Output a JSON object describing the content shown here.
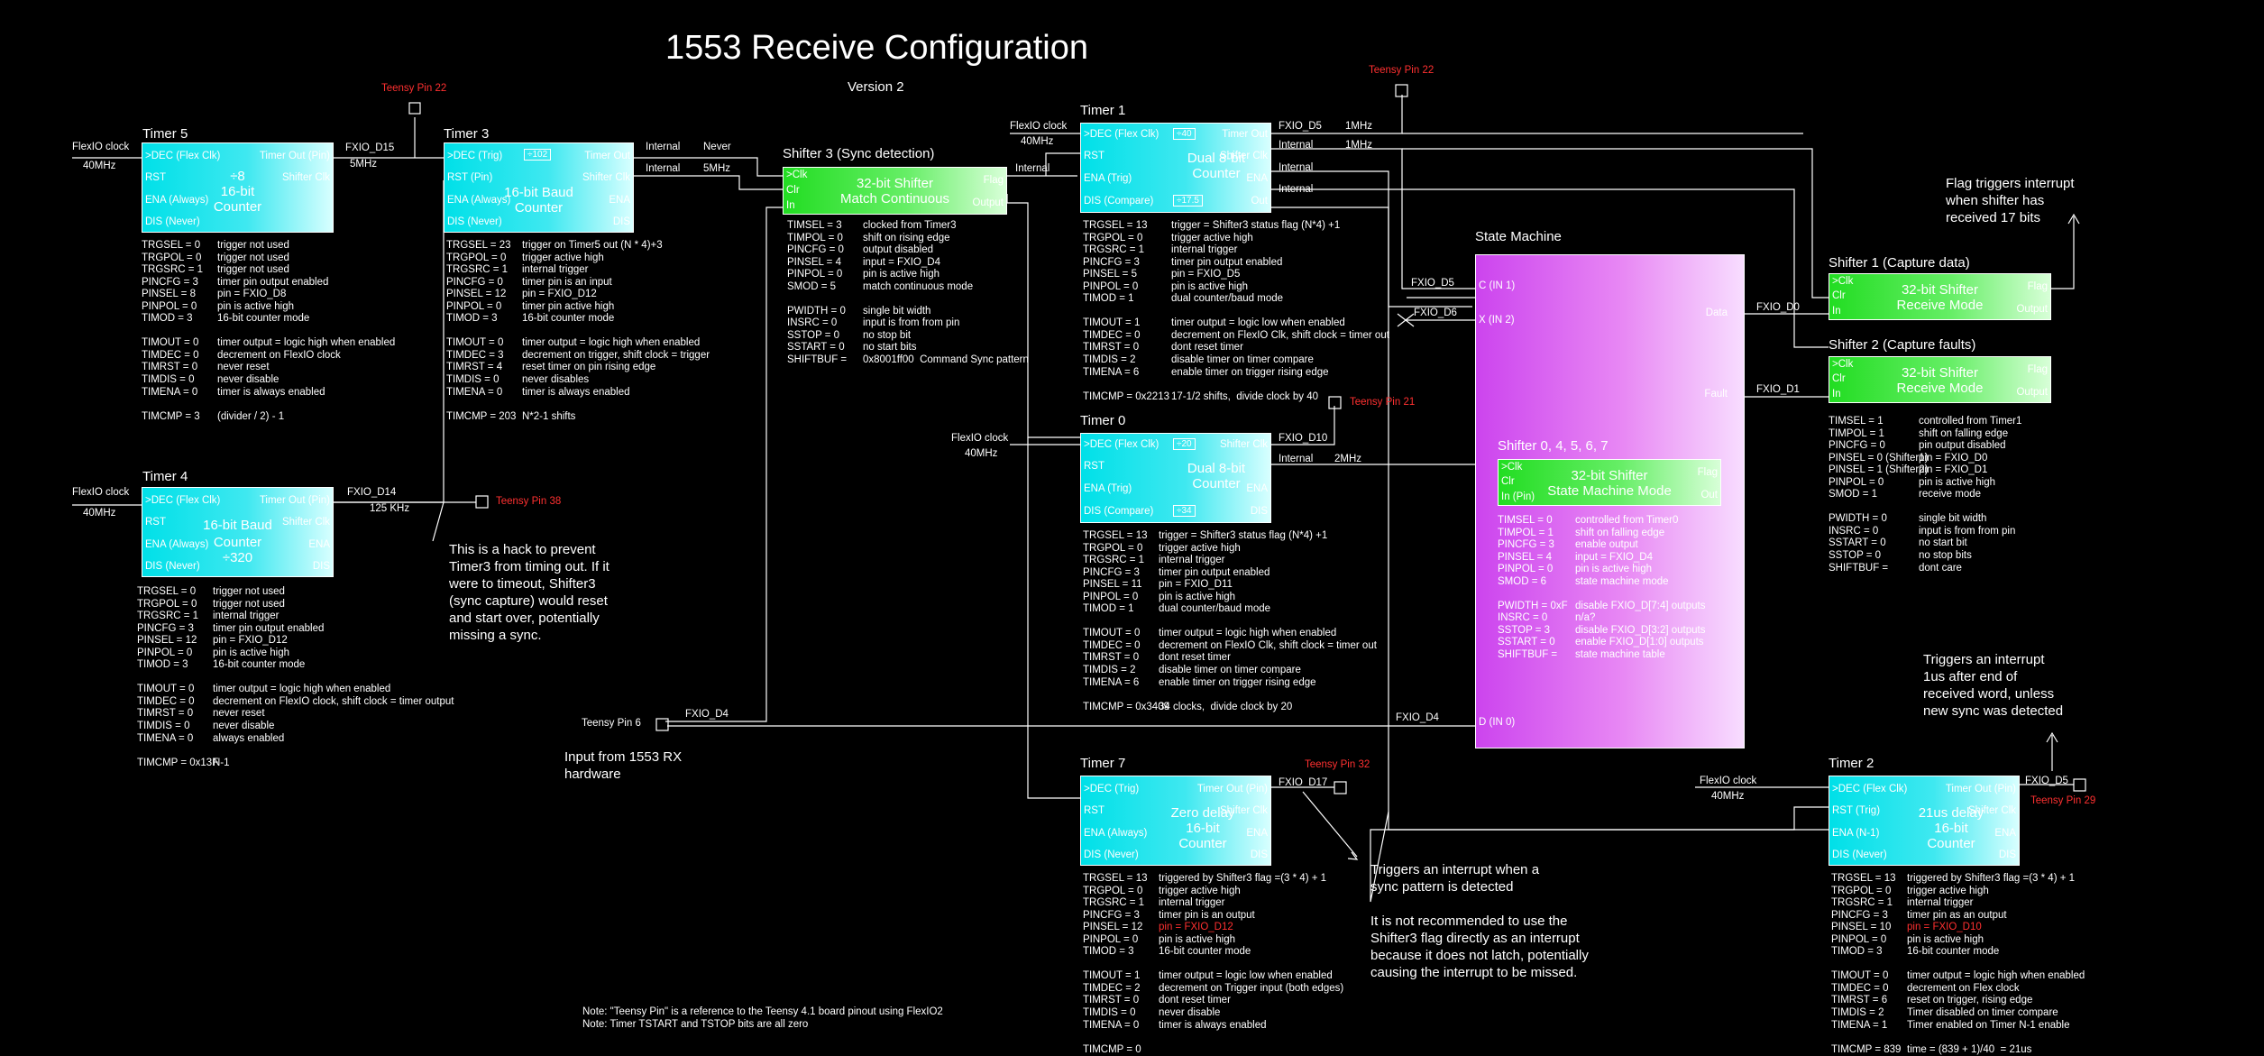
{
  "title": "1553 Receive Configuration",
  "version": "Version 2",
  "pins": {
    "p22a": "Teensy Pin 22",
    "p22b": "Teensy Pin 22",
    "p21": "Teensy Pin 21",
    "p38": "Teensy Pin 38",
    "p32": "Teensy Pin 32",
    "p29": "Teensy Pin 29",
    "p6": "Teensy Pin 6"
  },
  "clocks": {
    "flexio": "FlexIO clock",
    "flexio_alt": "FlexIO clock",
    "mhz40": "40MHz",
    "mhz5": "5MHz",
    "mhz1": "1MHz",
    "mhz2": "2MHz",
    "khz125": "125 KHz",
    "internal": "Internal",
    "never": "Never"
  },
  "signals": {
    "d15": "FXIO_D15",
    "d14": "FXIO_D14",
    "d5": "FXIO_D5",
    "d6": "FXIO_D6",
    "d0": "FXIO_D0",
    "d1": "FXIO_D1",
    "d10": "FXIO_D10",
    "d4": "FXIO_D4",
    "d17": "FXIO_D17",
    "d5b": "FXIO_D5"
  },
  "blocks": {
    "timer5": {
      "title": "Timer 5",
      "l1": ">DEC (Flex Clk)",
      "l2": "RST",
      "l3": "ENA (Always)",
      "l4": "DIS (Never)",
      "r1": "Timer Out (Pin)",
      "r2": "Shifter Clk",
      "r3": "",
      "r4": "",
      "c1": "÷8",
      "c2": "16-bit",
      "c3": "Counter"
    },
    "timer3": {
      "title": "Timer 3",
      "l1": ">DEC (Trig)",
      "l2": "RST (Pin)",
      "l3": "ENA (Always)",
      "l4": "DIS (Never)",
      "r1": "Timer Out",
      "r2": "Shifter Clk",
      "r3": "ENA",
      "r4": "DIS",
      "c1": "16-bit Baud",
      "c2": "Counter",
      "c3": "",
      "b1": "÷102"
    },
    "timer4": {
      "title": "Timer 4",
      "l1": ">DEC (Flex Clk)",
      "l2": "RST",
      "l3": "ENA (Always)",
      "l4": "DIS (Never)",
      "r1": "Timer Out (Pin)",
      "r2": "Shifter Clk",
      "r3": "ENA",
      "r4": "DIS",
      "c1": "16-bit Baud",
      "c2": "Counter",
      "c3": "÷320"
    },
    "shifter3": {
      "title": "Shifter 3 (Sync detection)",
      "l1": ">Clk",
      "l2": "Clr",
      "l3": "In",
      "r1": "Flag",
      "r2": "Output",
      "c1": "32-bit Shifter",
      "c2": "Match Continuous"
    },
    "timer1": {
      "title": "Timer 1",
      "l1": ">DEC (Flex Clk)",
      "l2": "RST",
      "l3": "ENA (Trig)",
      "l4": "DIS (Compare)",
      "r1": "Timer Out",
      "r2": "Shifter Clk",
      "r3": "ENA",
      "r4": "Out",
      "c1": "Dual 8-bit",
      "c2": "Counter",
      "b1": "÷40",
      "b2": "÷17.5"
    },
    "timer0": {
      "title": "Timer 0",
      "l1": ">DEC (Flex Clk)",
      "l2": "RST",
      "l3": "ENA (Trig)",
      "l4": "DIS (Compare)",
      "r1": "Shifter Clk",
      "r2": "",
      "r3": "ENA",
      "r4": "DIS",
      "c1": "Dual 8-bit",
      "c2": "Counter",
      "b1": "÷20",
      "b2": "÷34"
    },
    "timer7": {
      "title": "Timer 7",
      "l1": ">DEC (Trig)",
      "l2": "RST",
      "l3": "ENA (Always)",
      "l4": "DIS (Never)",
      "r1": "Timer Out (Pin)",
      "r2": "Shifter Clk",
      "r3": "ENA",
      "r4": "DIS",
      "c1": "Zero delay",
      "c2": "16-bit",
      "c3": "Counter"
    },
    "timer2": {
      "title": "Timer 2",
      "l1": ">DEC (Flex Clk)",
      "l2": "RST (Trig)",
      "l3": "ENA (N-1)",
      "l4": "DIS (Never)",
      "r1": "Timer Out (Pin)",
      "r2": "Shifter Clk",
      "r3": "ENA",
      "r4": "DIS",
      "c1": "21us delay",
      "c2": "16-bit",
      "c3": "Counter"
    },
    "shifter1": {
      "title": "Shifter 1 (Capture data)",
      "l1": ">Clk",
      "l2": "Clr",
      "l3": "In",
      "r1": "Flag",
      "r2": "Output",
      "c1": "32-bit Shifter",
      "c2": "Receive Mode"
    },
    "shifter2": {
      "title": "Shifter 2 (Capture faults)",
      "l1": ">Clk",
      "l2": "Clr",
      "l3": "In",
      "r1": "Flag",
      "r2": "Output",
      "c1": "32-bit Shifter",
      "c2": "Receive Mode"
    },
    "statemachine": {
      "title": "State Machine",
      "c_in": "C (IN 1)",
      "x_in": "X (IN 2)",
      "d_in": "D (IN 0)",
      "data": "Data",
      "fault": "Fault"
    },
    "shifterSM": {
      "title": "Shifter 0, 4, 5, 6, 7",
      "l1": ">Clk",
      "l2": "Clr",
      "l3": "In (Pin)",
      "r1": "Flag",
      "r2": "Out",
      "c1": "32-bit Shifter",
      "c2": "State Machine Mode"
    }
  },
  "params": {
    "timer5": [
      [
        "TRGSEL = 0",
        "trigger not used"
      ],
      [
        "TRGPOL = 0",
        "trigger not used"
      ],
      [
        "TRGSRC = 1",
        "trigger not used"
      ],
      [
        "PINCFG = 3",
        "timer pin output enabled"
      ],
      [
        "PINSEL = 8",
        "pin = FXIO_D8"
      ],
      [
        "PINPOL = 0",
        "pin is active high"
      ],
      [
        "TIMOD = 3",
        "16-bit counter mode"
      ],
      [
        "",
        ""
      ],
      [
        "TIMOUT = 0",
        "timer output = logic high when enabled"
      ],
      [
        "TIMDEC = 0",
        "decrement on FlexIO clock"
      ],
      [
        "TIMRST = 0",
        "never reset"
      ],
      [
        "TIMDIS = 0",
        "never disable"
      ],
      [
        "TIMENA = 0",
        "timer is always enabled"
      ],
      [
        "",
        ""
      ],
      [
        "TIMCMP = 3",
        "(divider / 2) - 1"
      ]
    ],
    "timer3": [
      [
        "TRGSEL = 23",
        "trigger on Timer5 out (N * 4)+3"
      ],
      [
        "TRGPOL = 0",
        "trigger active high"
      ],
      [
        "TRGSRC = 1",
        "internal trigger"
      ],
      [
        "PINCFG = 0",
        "timer pin is an input"
      ],
      [
        "PINSEL = 12",
        "pin = FXIO_D12"
      ],
      [
        "PINPOL = 0",
        "timer pin active high"
      ],
      [
        "TIMOD = 3",
        "16-bit counter mode"
      ],
      [
        "",
        ""
      ],
      [
        "TIMOUT = 0",
        "timer output = logic high when enabled"
      ],
      [
        "TIMDEC = 3",
        "decrement on trigger, shift clock = trigger"
      ],
      [
        "TIMRST = 4",
        "reset timer on pin rising edge"
      ],
      [
        "TIMDIS = 0",
        "never disables"
      ],
      [
        "TIMENA = 0",
        "timer is always enabled"
      ],
      [
        "",
        ""
      ],
      [
        "TIMCMP = 203",
        "N*2-1 shifts"
      ]
    ],
    "timer4": [
      [
        "TRGSEL = 0",
        "trigger not used"
      ],
      [
        "TRGPOL = 0",
        "trigger not used"
      ],
      [
        "TRGSRC = 1",
        "internal trigger"
      ],
      [
        "PINCFG = 3",
        "timer pin output enabled"
      ],
      [
        "PINSEL = 12",
        "pin = FXIO_D12"
      ],
      [
        "PINPOL = 0",
        "pin is active high"
      ],
      [
        "TIMOD = 3",
        "16-bit counter mode"
      ],
      [
        "",
        ""
      ],
      [
        "TIMOUT = 0",
        "timer output = logic high when enabled"
      ],
      [
        "TIMDEC = 0",
        "decrement on FlexIO clock, shift clock = timer output"
      ],
      [
        "TIMRST = 0",
        "never reset"
      ],
      [
        "TIMDIS = 0",
        "never disable"
      ],
      [
        "TIMENA = 0",
        "always enabled"
      ],
      [
        "",
        ""
      ],
      [
        "TIMCMP = 0x13F",
        "N-1"
      ]
    ],
    "shifter3": [
      [
        "TIMSEL = 3",
        "clocked from Timer3"
      ],
      [
        "TIMPOL = 0",
        "shift on rising edge"
      ],
      [
        "PINCFG = 0",
        "output disabled"
      ],
      [
        "PINSEL = 4",
        "input = FXIO_D4"
      ],
      [
        "PINPOL = 0",
        "pin is active high"
      ],
      [
        "SMOD = 5",
        "match continuous mode"
      ],
      [
        "",
        ""
      ],
      [
        "PWIDTH = 0",
        "single bit width"
      ],
      [
        "INSRC = 0",
        "input is from from pin"
      ],
      [
        "SSTOP = 0",
        "no stop bit"
      ],
      [
        "SSTART = 0",
        "no start bits"
      ],
      [
        "SHIFTBUF =",
        "0x8001ff00  Command Sync pattern"
      ]
    ],
    "timer1": [
      [
        "TRGSEL = 13",
        "trigger = Shifter3 status flag (N*4) +1"
      ],
      [
        "TRGPOL = 0",
        "trigger active high"
      ],
      [
        "TRGSRC = 1",
        "internal trigger"
      ],
      [
        "PINCFG = 3",
        "timer pin output enabled"
      ],
      [
        "PINSEL = 5",
        "pin = FXIO_D5"
      ],
      [
        "PINPOL = 0",
        "pin is active high"
      ],
      [
        "TIMOD = 1",
        "dual counter/baud mode"
      ],
      [
        "",
        ""
      ],
      [
        "TIMOUT = 1",
        "timer output = logic low when enabled"
      ],
      [
        "TIMDEC = 0",
        "decrement on FlexIO Clk, shift clock = timer out"
      ],
      [
        "TIMRST = 0",
        "dont reset timer"
      ],
      [
        "TIMDIS = 2",
        "disable timer on timer compare"
      ],
      [
        "TIMENA = 6",
        "enable timer on trigger rising edge"
      ],
      [
        "",
        ""
      ],
      [
        "TIMCMP = 0x2213",
        "17-1/2 shifts,  divide clock by 40"
      ]
    ],
    "timer0": [
      [
        "TRGSEL = 13",
        "trigger = Shifter3 status flag (N*4) +1"
      ],
      [
        "TRGPOL = 0",
        "trigger active high"
      ],
      [
        "TRGSRC = 1",
        "internal trigger"
      ],
      [
        "PINCFG = 3",
        "timer pin output enabled"
      ],
      [
        "PINSEL = 11",
        "pin = FXIO_D11"
      ],
      [
        "PINPOL = 0",
        "pin is active high"
      ],
      [
        "TIMOD = 1",
        "dual counter/baud mode"
      ],
      [
        "",
        ""
      ],
      [
        "TIMOUT = 0",
        "timer output = logic high when enabled"
      ],
      [
        "TIMDEC = 0",
        "decrement on FlexIO Clk, shift clock = timer out"
      ],
      [
        "TIMRST = 0",
        "dont reset timer"
      ],
      [
        "TIMDIS = 2",
        "disable timer on timer compare"
      ],
      [
        "TIMENA = 6",
        "enable timer on trigger rising edge"
      ],
      [
        "",
        ""
      ],
      [
        "TIMCMP = 0x3409",
        "34 clocks,  divide clock by 20"
      ]
    ],
    "timer7": [
      [
        "TRGSEL = 13",
        "triggered by Shifter3 flag =(3 * 4) + 1"
      ],
      [
        "TRGPOL = 0",
        "trigger active high"
      ],
      [
        "TRGSRC = 1",
        "internal trigger"
      ],
      [
        "PINCFG = 3",
        "timer pin is an output"
      ],
      [
        "PINSEL = 12",
        "pin = FXIO_D12"
      ],
      [
        "PINPOL = 0",
        "pin is active high"
      ],
      [
        "TIMOD = 3",
        "16-bit counter mode"
      ],
      [
        "",
        ""
      ],
      [
        "TIMOUT = 1",
        "timer output = logic low when enabled"
      ],
      [
        "TIMDEC = 2",
        "decrement on Trigger input (both edges)"
      ],
      [
        "TIMRST = 0",
        "dont reset timer"
      ],
      [
        "TIMDIS = 0",
        "never disable"
      ],
      [
        "TIMENA = 0",
        "timer is always enabled"
      ],
      [
        "",
        ""
      ],
      [
        "TIMCMP = 0",
        ""
      ]
    ],
    "timer2": [
      [
        "TRGSEL = 13",
        "triggered by Shifter3 flag =(3 * 4) + 1"
      ],
      [
        "TRGPOL = 0",
        "trigger active high"
      ],
      [
        "TRGSRC = 1",
        "internal trigger"
      ],
      [
        "PINCFG = 3",
        "timer pin as an output"
      ],
      [
        "PINSEL = 10",
        "pin = FXIO_D10"
      ],
      [
        "PINPOL = 0",
        "pin is active high"
      ],
      [
        "TIMOD = 3",
        "16-bit counter mode"
      ],
      [
        "",
        ""
      ],
      [
        "TIMOUT = 0",
        "timer output = logic high when enabled"
      ],
      [
        "TIMDEC = 0",
        "decrement on Flex clock"
      ],
      [
        "TIMRST = 6",
        "reset on trigger, rising edge"
      ],
      [
        "TIMDIS = 2",
        "Timer disabled on timer compare"
      ],
      [
        "TIMENA = 1",
        "Timer enabled on Timer N-1 enable"
      ],
      [
        "",
        ""
      ],
      [
        "TIMCMP = 839",
        "time = (839 + 1)/40  = 21us"
      ]
    ],
    "shifter12": [
      [
        "TIMSEL = 1",
        "controlled from Timer1"
      ],
      [
        "TIMPOL = 1",
        "shift on falling edge"
      ],
      [
        "PINCFG = 0",
        "pin output disabled"
      ],
      [
        "PINSEL = 0 (Shifter1)",
        "pin = FXIO_D0"
      ],
      [
        "PINSEL = 1 (Shifter2)",
        "pin = FXIO_D1"
      ],
      [
        "PINPOL = 0",
        "pin is active high"
      ],
      [
        "SMOD = 1",
        "receive mode"
      ],
      [
        "",
        ""
      ],
      [
        "PWIDTH = 0",
        "single bit width"
      ],
      [
        "INSRC = 0",
        "input is from from pin"
      ],
      [
        "SSTART = 0",
        "no start bit"
      ],
      [
        "SSTOP = 0",
        "no stop bits"
      ],
      [
        "SHIFTBUF =",
        "dont care"
      ]
    ],
    "shifterSM": [
      [
        "TIMSEL = 0",
        "controlled from Timer0"
      ],
      [
        "TIMPOL = 1",
        "shift on falling edge"
      ],
      [
        "PINCFG = 3",
        "enable output"
      ],
      [
        "PINSEL = 4",
        "input = FXIO_D4"
      ],
      [
        "PINPOL = 0",
        "pin is active high"
      ],
      [
        "SMOD = 6",
        "state machine mode"
      ],
      [
        "",
        ""
      ],
      [
        "PWIDTH = 0xF",
        "disable FXIO_D[7:4] outputs"
      ],
      [
        "INSRC = 0",
        "n/a?"
      ],
      [
        "SSTOP = 3",
        "disable FXIO_D[3:2] outputs"
      ],
      [
        "SSTART = 0",
        "enable FXIO_D[1:0] outputs"
      ],
      [
        "SHIFTBUF =",
        "state machine table"
      ]
    ]
  },
  "notes": {
    "hack": "This is a hack to prevent\nTimer3 from timing out. If it\nwere to timeout, Shifter3\n(sync capture) would reset\nand start over, potentially\nmissing a sync.",
    "input": "Input from 1553 RX\nhardware",
    "flag17": "Flag triggers interrupt\nwhen shifter has\nreceived 17 bits",
    "interrupt1us": "Triggers an interrupt\n1us after end of\nreceived word, unless\nnew sync was detected",
    "sync": "Triggers an interrupt when a\nsync pattern is detected",
    "notrec": "It is not recommended to use the\nShifter3 flag directly as an interrupt\nbecause it does not latch, potentially\ncausing the interrupt to be missed.",
    "foot1": "Note: \"Teensy Pin\" is a reference to the Teensy 4.1 board pinout using FlexIO2",
    "foot2": "Note: Timer TSTART and TSTOP bits are all zero"
  },
  "colors": {
    "accent_red": "#ff3030",
    "cyan": "#00e0e8",
    "green": "#22dd22",
    "pink": "#cc44ee"
  }
}
